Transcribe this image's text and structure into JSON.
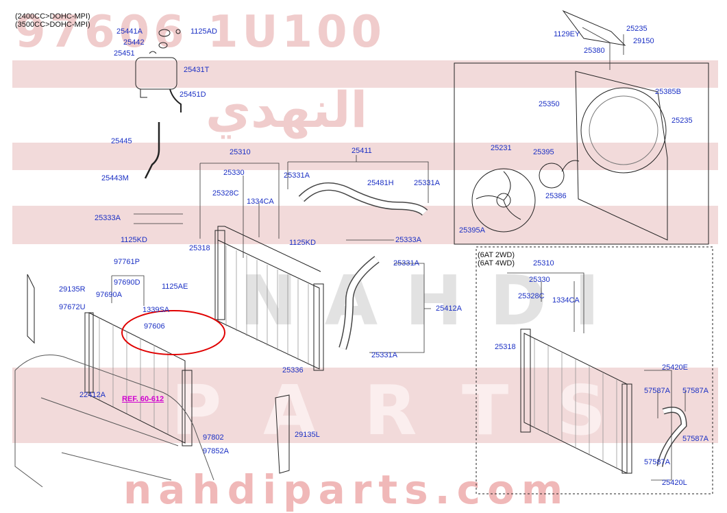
{
  "notes": [
    "(2400CC>DOHC-MPI)",
    "(3500CC>DOHC-MPI)"
  ],
  "variant_notes": [
    "(6AT 2WD)",
    "(6AT 4WD)"
  ],
  "watermark": {
    "part_number": "97606 1U100",
    "arabic": "النهدي",
    "brand_mid": "NAHDI",
    "brand_low": "PARTS",
    "site": "nahdiparts.com"
  },
  "reference": "REF. 60-612",
  "labels": {
    "l25441A": "25441A",
    "l1125AD": "1125AD",
    "l25442": "25442",
    "l25451": "25451",
    "l25431T": "25431T",
    "l25451D": "25451D",
    "l25445": "25445",
    "l25443M": "25443M",
    "l25333A_l": "25333A",
    "l1125KD_l": "1125KD",
    "l25310": "25310",
    "l25330": "25330",
    "l25328C": "25328C",
    "l1334CA": "1334CA",
    "l25318": "25318",
    "l25331A_a": "25331A",
    "l25411": "25411",
    "l25481H": "25481H",
    "l25331A_b": "25331A",
    "l1125KD_r": "1125KD",
    "l25333A_r": "25333A",
    "l97761P": "97761P",
    "l97690D": "97690D",
    "l97690A": "97690A",
    "l1125AE": "1125AE",
    "l1339SA": "1339SA",
    "l29135R": "29135R",
    "l97672U": "97672U",
    "l97606": "97606",
    "l25331A_c": "25331A",
    "l25412A": "25412A",
    "l25331A_d": "25331A",
    "l25336": "25336",
    "l22412A": "22412A",
    "l97802": "97802",
    "l97852A": "97852A",
    "l29135L": "29135L",
    "l1129EY": "1129EY",
    "l25235_t": "25235",
    "l29150": "29150",
    "l25380": "25380",
    "l25385B": "25385B",
    "l25350": "25350",
    "l25235_r": "25235",
    "l25231": "25231",
    "l25395": "25395",
    "l25386": "25386",
    "l25395A": "25395A",
    "v25310": "25310",
    "v25330": "25330",
    "v25328C": "25328C",
    "v1334CA": "1334CA",
    "v25318": "25318",
    "v25420E": "25420E",
    "v57587A_a": "57587A",
    "v57587A_b": "57587A",
    "v57587A_c": "57587A",
    "v57587A_d": "57587A",
    "v25420L": "25420L"
  },
  "colors": {
    "label": "#1a2fc4",
    "line": "#222222",
    "highlight": "#e00000",
    "watermark": "#f0cccc",
    "reference": "#d000d0"
  }
}
